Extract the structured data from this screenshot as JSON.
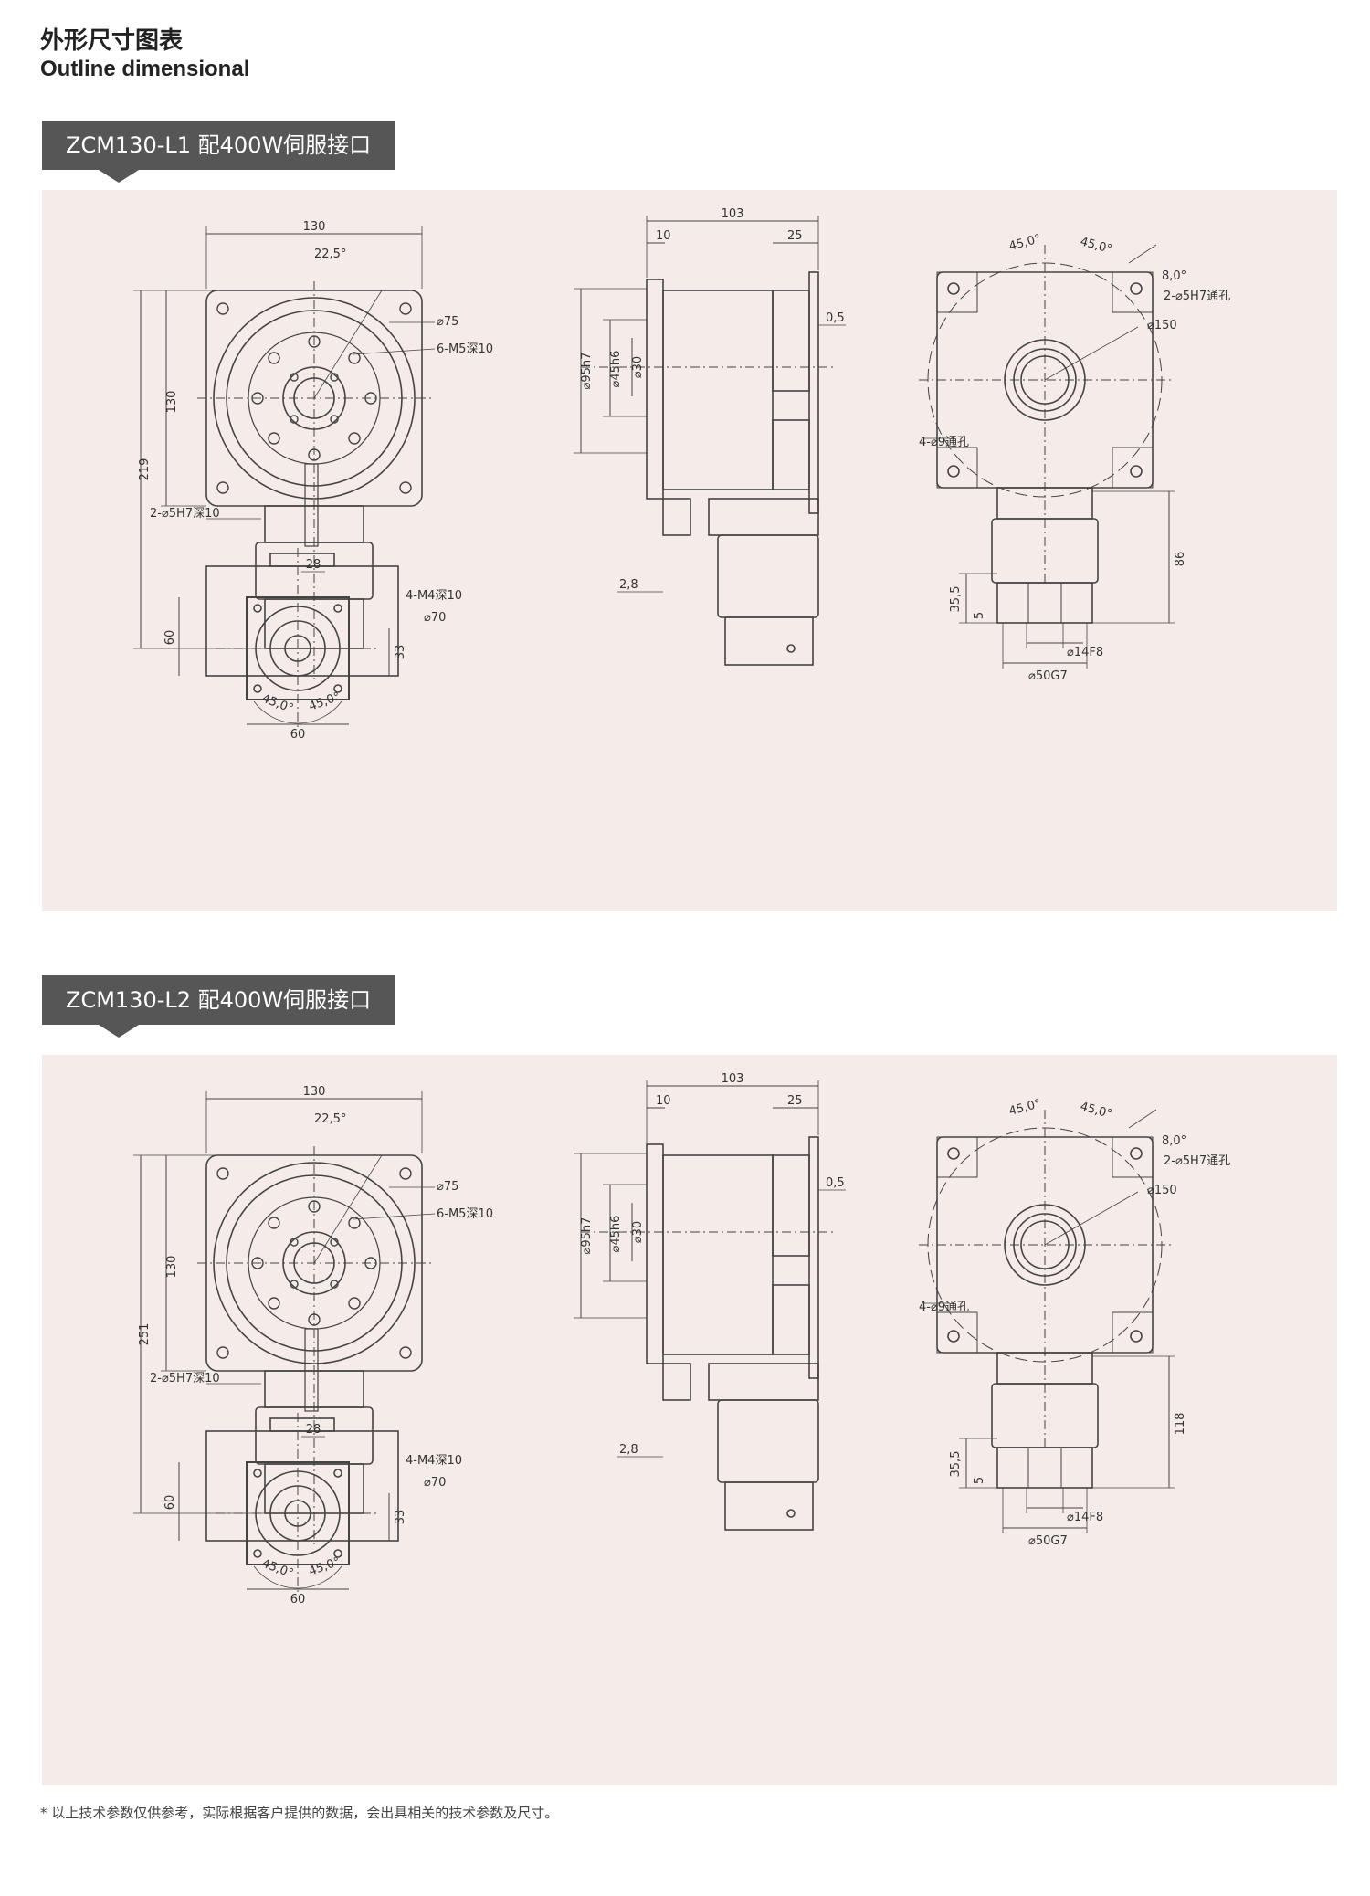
{
  "header": {
    "title_cn": "外形尺寸图表",
    "title_en": "Outline dimensional"
  },
  "sections": [
    {
      "label": "ZCM130-L1 配400W伺服接口",
      "dims": {
        "d130a": "130",
        "ang22": "22,5°",
        "phi75": "⌀75",
        "m5": "6-M5深10",
        "v130": "130",
        "v219": "219",
        "h5h7": "2-⌀5H7深10",
        "w28": "28",
        "d103": "103",
        "d10": "10",
        "d25": "25",
        "d05": "0,5",
        "d28": "2,8",
        "phi95": "⌀95h7",
        "phi45": "⌀45h6",
        "phi30": "⌀30",
        "a45l": "45,0°",
        "a45r": "45,0°",
        "a8": "8,0°",
        "h5h7b": "2-⌀5H7通孔",
        "phi150": "⌀150",
        "h9": "4-⌀9通孔",
        "v86": "86",
        "v355": "35,5",
        "v5": "5",
        "phi14": "⌀14F8",
        "phi50": "⌀50G7",
        "m4": "4-M4深10",
        "phi70": "⌀70",
        "v60": "60",
        "v33": "33",
        "b45l": "45,0°",
        "b45r": "45,0°",
        "b60": "60"
      }
    },
    {
      "label": "ZCM130-L2 配400W伺服接口",
      "dims": {
        "d130a": "130",
        "ang22": "22,5°",
        "phi75": "⌀75",
        "m5": "6-M5深10",
        "v130": "130",
        "v219": "251",
        "h5h7": "2-⌀5H7深10",
        "w28": "28",
        "d103": "103",
        "d10": "10",
        "d25": "25",
        "d05": "0,5",
        "d28": "2,8",
        "phi95": "⌀95h7",
        "phi45": "⌀45h6",
        "phi30": "⌀30",
        "a45l": "45,0°",
        "a45r": "45,0°",
        "a8": "8,0°",
        "h5h7b": "2-⌀5H7通孔",
        "phi150": "⌀150",
        "h9": "4-⌀9通孔",
        "v86": "118",
        "v355": "35,5",
        "v5": "5",
        "phi14": "⌀14F8",
        "phi50": "⌀50G7",
        "m4": "4-M4深10",
        "phi70": "⌀70",
        "v60": "60",
        "v33": "33",
        "b45l": "45,0°",
        "b45r": "45,0°",
        "b60": "60"
      }
    }
  ],
  "footnote": "*  以上技术参数仅供参考，实际根据客户提供的数据，会出具相关的技术参数及尺寸。"
}
